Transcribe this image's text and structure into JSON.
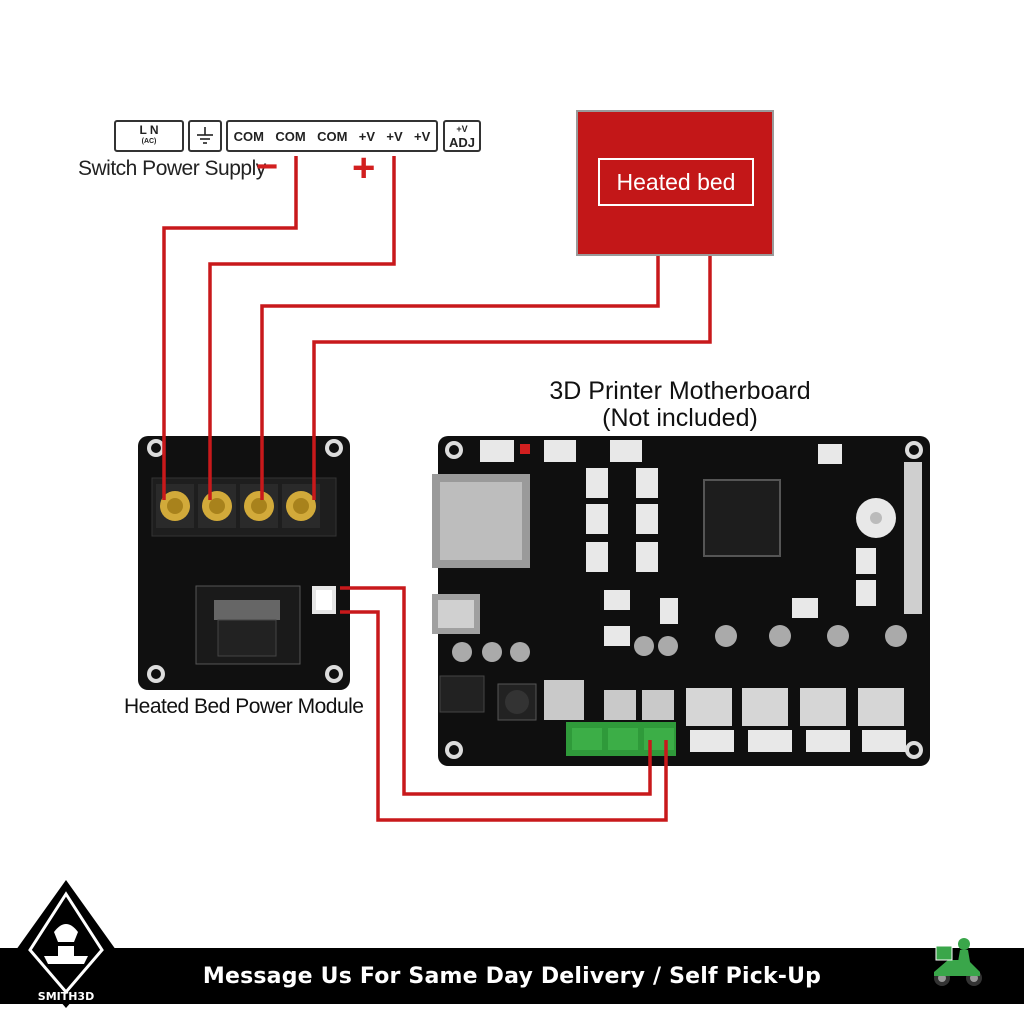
{
  "psu": {
    "terminals_ac": "L   N",
    "terminals_ac_sub": "(AC)",
    "ground_icon": "ground-icon",
    "outputs": [
      "COM",
      "COM",
      "COM",
      "+V",
      "+V",
      "+V"
    ],
    "adj_top": "+V",
    "adj_bottom": "ADJ",
    "title": "Switch Power Supply",
    "minus": "−",
    "plus": "+"
  },
  "heated_bed": {
    "label": "Heated bed"
  },
  "motherboard": {
    "title_line1": "3D Printer Motherboard",
    "title_line2": "(Not included)"
  },
  "module": {
    "label": "Heated Bed Power Module"
  },
  "footer": {
    "message": "Message Us For Same Day Delivery / Self Pick-Up",
    "brand": "SMITH3D"
  },
  "colors": {
    "wire": "#c8191b",
    "bed": "#c31718",
    "pcb": "#101010",
    "connector": "#e8e8e8",
    "terminal_green": "#2f9a3a",
    "footer": "#000000"
  }
}
